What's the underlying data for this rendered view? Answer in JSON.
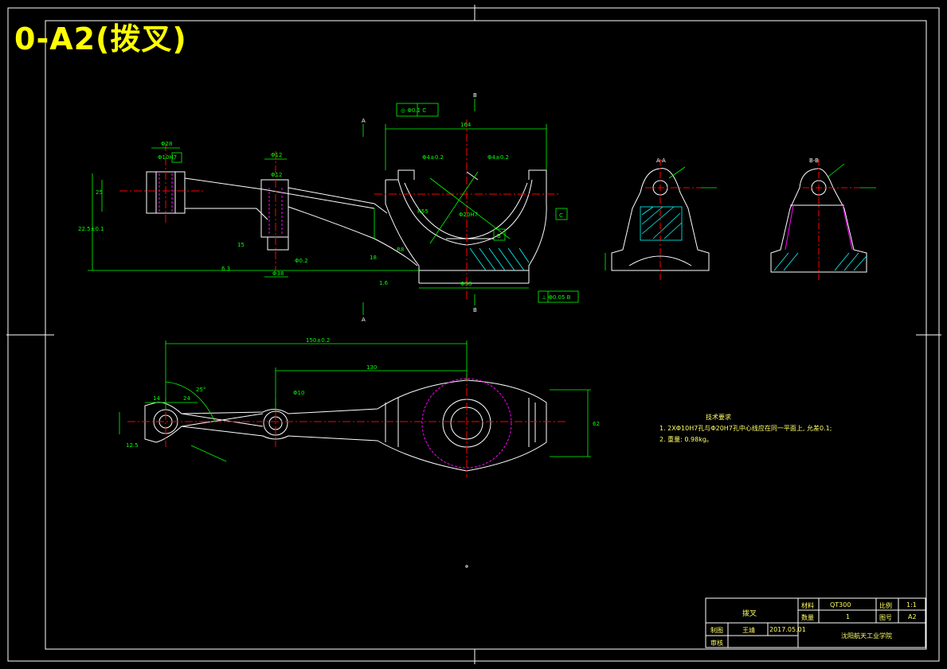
{
  "overlay_title": "0-A2(拨叉)",
  "colors": {
    "background": "#000000",
    "outline": "#ffffff",
    "centerline": "#ff0000",
    "dimension": "#00ff00",
    "hatch": "#00ffff",
    "hidden": "#ff00ff",
    "title_text": "#ffff00"
  },
  "section_labels": {
    "b_top": "B",
    "b_bottom": "B",
    "a_top": "A",
    "a_bottom": "A",
    "view_aa": "A-A",
    "view_bb": "B-B"
  },
  "datum_labels": {
    "c": "C",
    "b": "B"
  },
  "front_dims": {
    "d1": "164",
    "d2": "Φ28",
    "d3": "Φ12",
    "d4": "Φ10H7",
    "d5": "Φ12",
    "d6": "25",
    "d7": "22.5±0.1",
    "d8": "Φ38",
    "d9": "Φ38",
    "d10": "Φ20H7",
    "d11": "Φ4±0.2",
    "d12": "Φ4±0.2",
    "d13": "R55",
    "d14": "R8",
    "d15": "15",
    "d16": "18",
    "d17": "Φ0.2",
    "d18": "1.6",
    "d19": "6.3"
  },
  "frames": {
    "fcf_top": "◎ Φ0.1 C",
    "fcf_bottom": "⊥ Φ0.05 B"
  },
  "plan_dims": {
    "length1": "150±0.2",
    "length2": "130",
    "angle": "25°",
    "d14": "14",
    "d24": "24",
    "d10": "Φ10",
    "d62": "62",
    "d12": "12.5"
  },
  "notes": {
    "heading": "技术要求",
    "line1": "1. 2XΦ10H7孔与Φ20H7孔中心线应在同一平面上, 允差0.1;",
    "line2": "2. 重量: 0.98kg。"
  },
  "title_block": {
    "part_name": "拨叉",
    "material_label": "材料",
    "material_value": "QT300",
    "scale_label": "比例",
    "scale_value": "1:1",
    "qty_label": "数量",
    "qty_value": "1",
    "drawing_no_label": "图号",
    "drawing_no_value": "A2",
    "drawn_label": "制图",
    "drawn_by": "王靖",
    "date": "2017.05.01",
    "check_label": "审核",
    "school": "沈阳航天工业学院"
  }
}
